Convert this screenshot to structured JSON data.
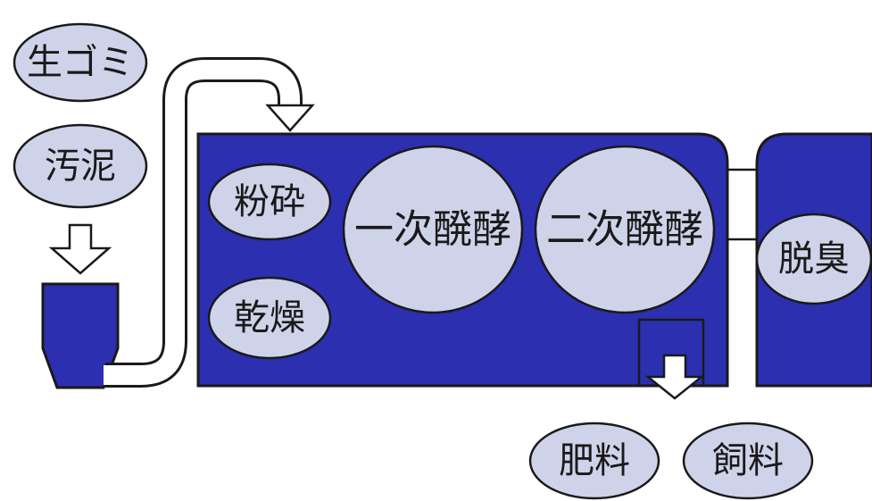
{
  "inputs": {
    "food_waste": "生ゴミ",
    "sludge": "汚泥"
  },
  "processes": {
    "crushing": "粉砕",
    "drying": "乾燥",
    "primary_fermentation": "一次醗酵",
    "secondary_fermentation": "二次醗酵",
    "deodorization": "脱臭"
  },
  "outputs": {
    "fertilizer": "肥料",
    "feed": "飼料"
  },
  "colors": {
    "tank_fill": "#2b2fb0",
    "oval_fill": "#cfd3ea",
    "outline": "#1a1a1a"
  }
}
